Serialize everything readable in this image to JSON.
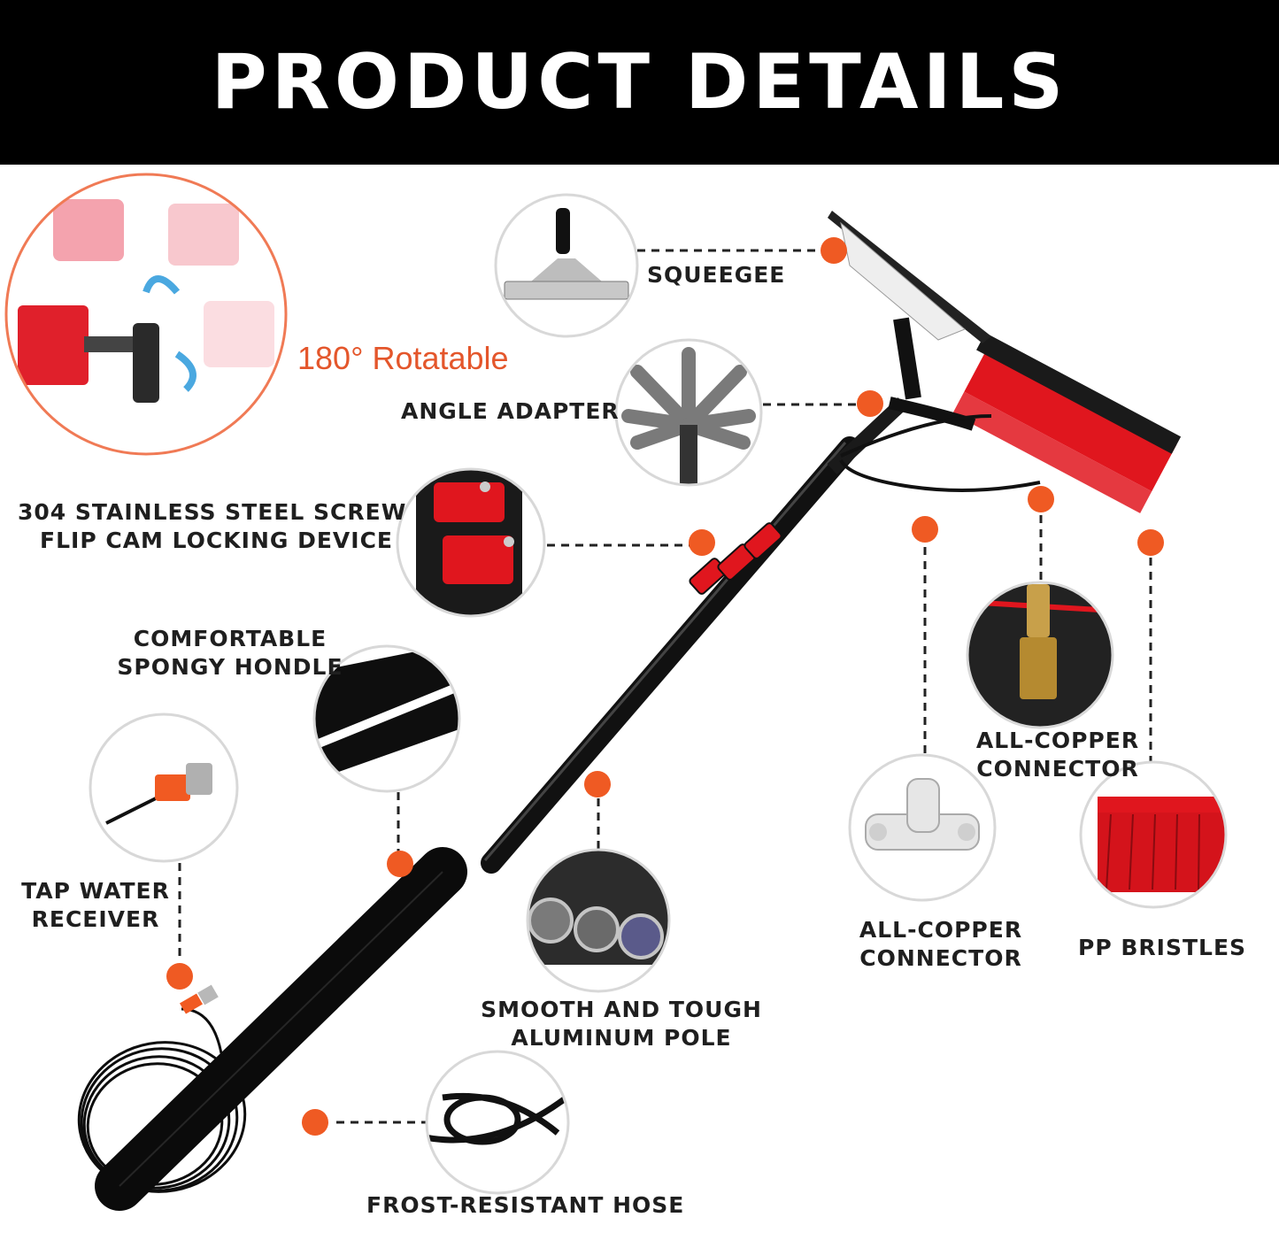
{
  "header": {
    "title": "PRODUCT DETAILS"
  },
  "rotation": {
    "label": "180° Rotatable"
  },
  "features": {
    "squeegee": "SQUEEGEE",
    "angle_adapter": "ANGLE ADAPTER",
    "locking_device": [
      "304 STAINLESS STEEL SCREW",
      "FLIP CAM LOCKING DEVICE"
    ],
    "handle": [
      "COMFORTABLE",
      "SPONGY HONDLE"
    ],
    "tap_receiver": [
      "TAP WATER",
      "RECEIVER"
    ],
    "aluminum_pole": [
      "SMOOTH AND TOUGH",
      "ALUMINUM POLE"
    ],
    "hose": "FROST-RESISTANT HOSE",
    "copper_connector_top": [
      "ALL-COPPER",
      "CONNECTOR"
    ],
    "copper_connector_bottom": [
      "ALL-COPPER",
      "CONNECTOR"
    ],
    "bristles": "PP BRISTLES"
  },
  "colors": {
    "header_bg": "#000000",
    "accent_dot": "#ef5a23",
    "bristle_red": "#e0161e",
    "pole": "#111111",
    "rotate_text": "#e4562b"
  }
}
